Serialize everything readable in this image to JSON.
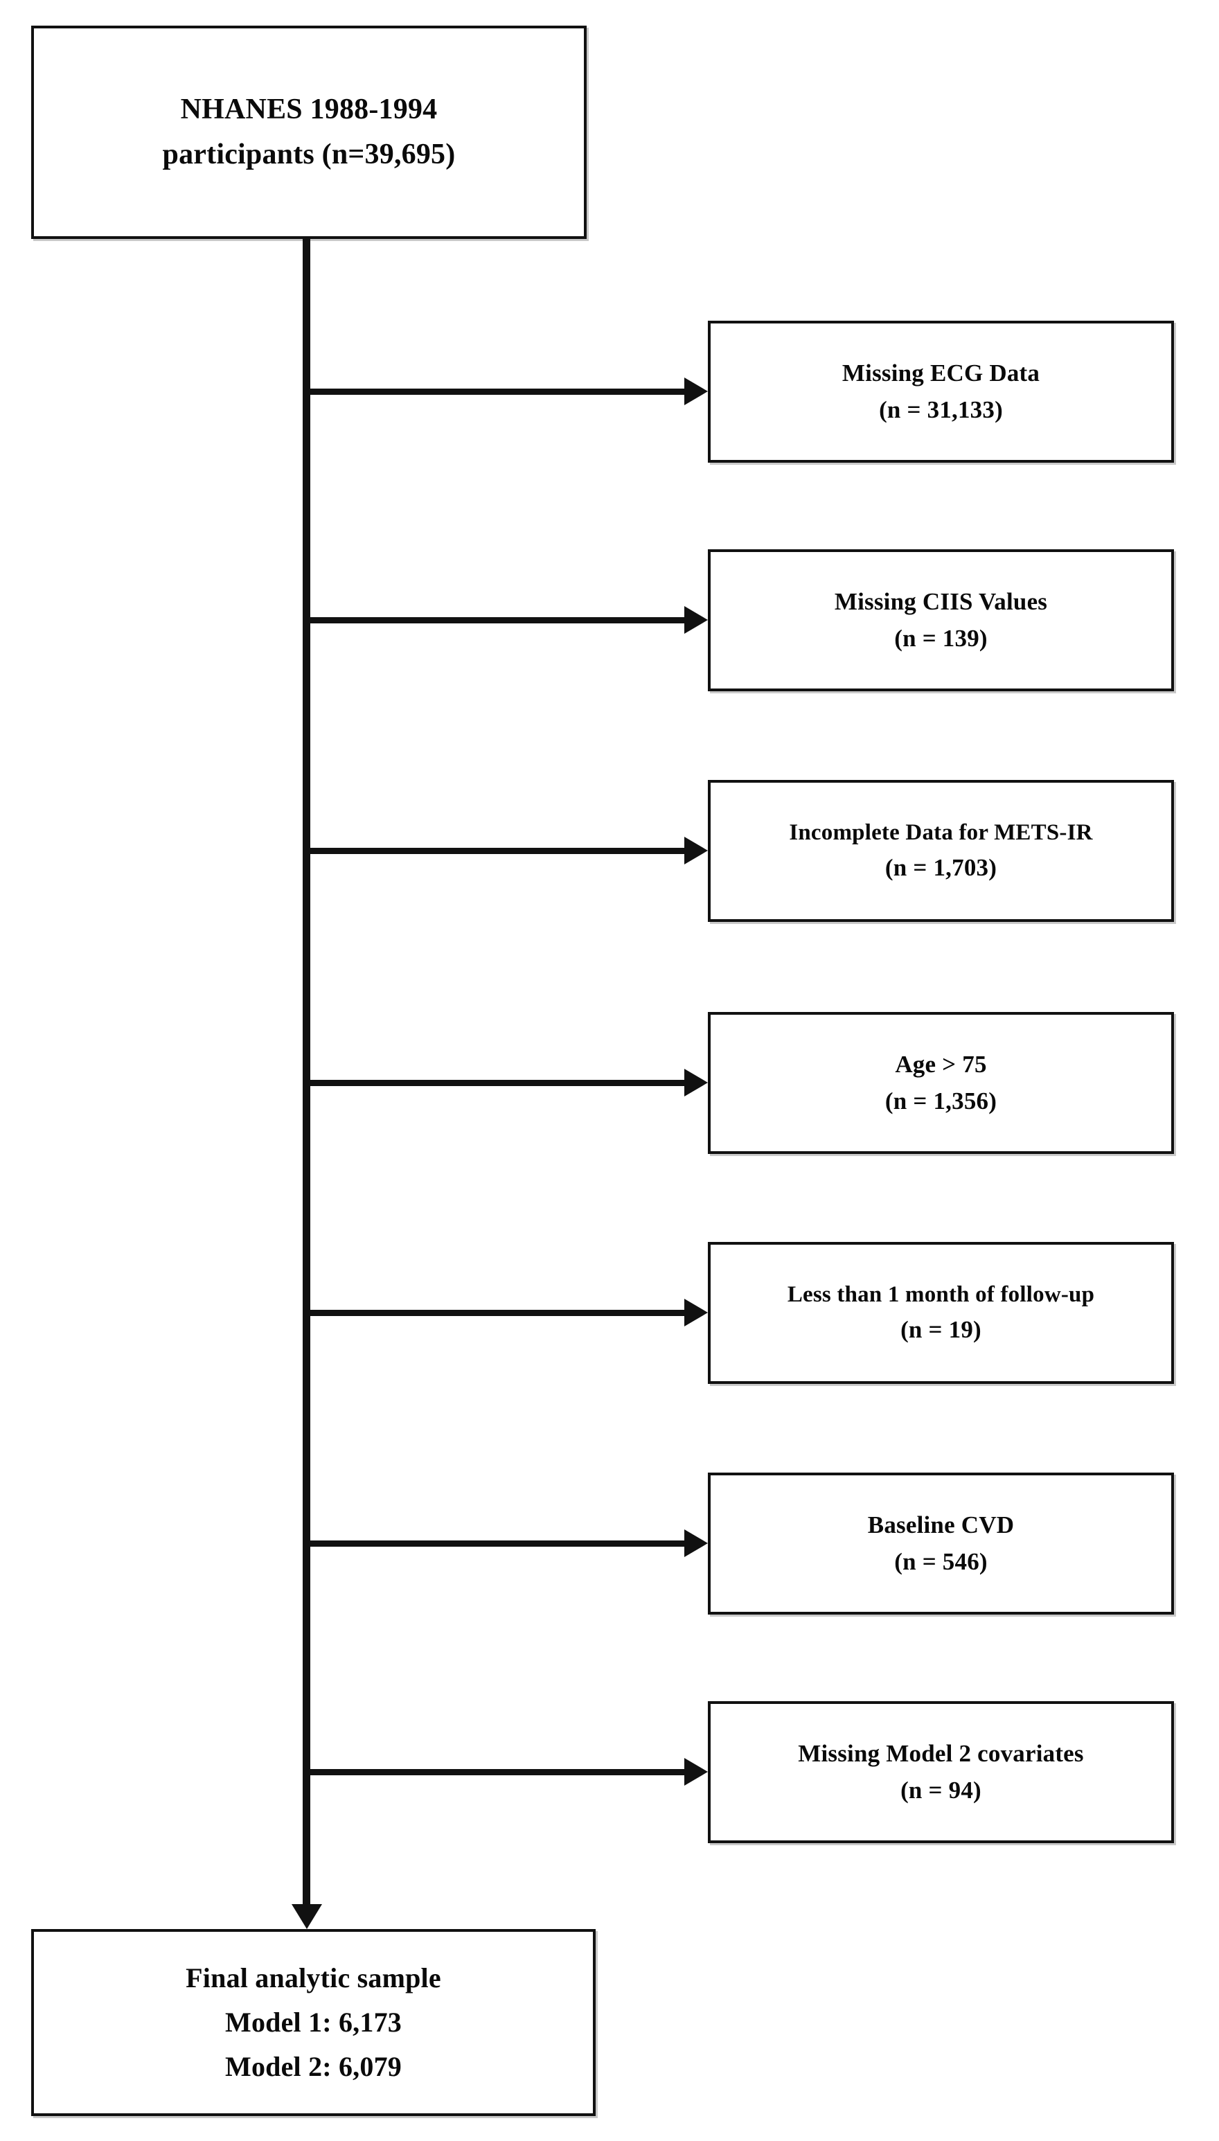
{
  "figure": {
    "type": "participant-flow-diagram",
    "colors": {
      "ink": "#111111",
      "background": "#ffffff",
      "shadow": "#c9c9c9"
    }
  },
  "source_node": {
    "line1": "NHANES 1988-1994",
    "line2": "participants (n=39,695)"
  },
  "exclusions": [
    {
      "label": "Missing ECG Data",
      "count": "(n = 31,133)"
    },
    {
      "label": "Missing CIIS Values",
      "count": "(n = 139)"
    },
    {
      "label": "Incomplete Data for METS-IR",
      "count": "(n = 1,703)"
    },
    {
      "label": "Age > 75",
      "count": "(n = 1,356)"
    },
    {
      "label": "Less than 1 month of follow-up",
      "count": "(n = 19)"
    },
    {
      "label": "Baseline CVD",
      "count": "(n = 546)"
    },
    {
      "label": "Missing Model 2 covariates",
      "count": "(n = 94)"
    }
  ],
  "final_node": {
    "line1": "Final analytic sample",
    "line2": "Model 1: 6,173",
    "line3": "Model 2: 6,079"
  }
}
